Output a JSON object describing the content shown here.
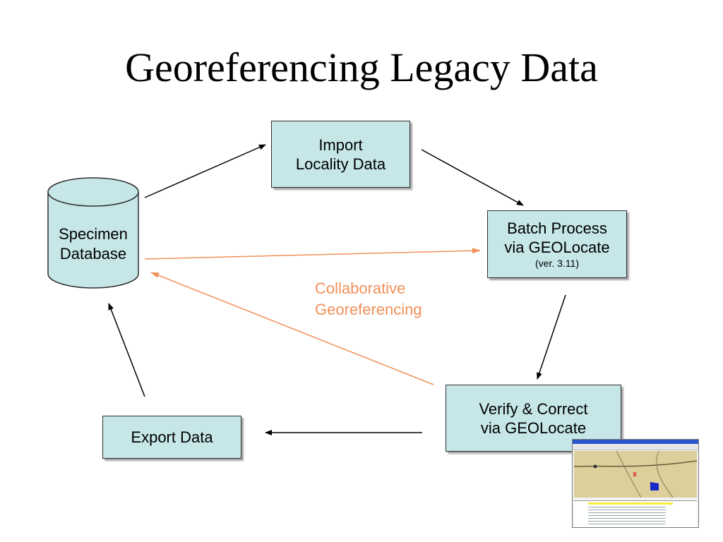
{
  "title": "Georeferencing Legacy Data",
  "nodes": {
    "database": {
      "line1": "Specimen",
      "line2": "Database"
    },
    "import": {
      "line1": "Import",
      "line2": "Locality Data"
    },
    "batch": {
      "line1": "Batch Process",
      "line2": "via GEOLocate",
      "version": "(ver. 3.11)"
    },
    "verify": {
      "line1": "Verify & Correct",
      "line2": "via GEOLocate"
    },
    "export": {
      "label": "Export Data"
    }
  },
  "collab": {
    "line1": "Collaborative",
    "line2": "Georeferencing"
  },
  "colors": {
    "box_fill": "#c6e6e8",
    "collab_accent": "#f0905a",
    "arrow": "#000000"
  }
}
